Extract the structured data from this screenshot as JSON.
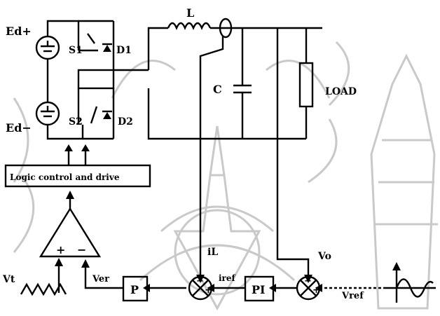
{
  "sources": {
    "top_label": "Ed+",
    "bottom_label": "Ed−"
  },
  "switches": {
    "s1": "S1",
    "d1": "D1",
    "s2": "S2",
    "d2": "D2"
  },
  "filter": {
    "inductor": "L",
    "capacitor": "C",
    "load": "LOAD"
  },
  "blocks": {
    "logic": "Logic control and drive",
    "p": "P",
    "pi": "PI"
  },
  "signals": {
    "il": "iL",
    "iref": "iref",
    "vo": "Vo",
    "vref": "Vref",
    "ver": "Ver",
    "vt": "Vt"
  },
  "signs": {
    "plus": "+",
    "minus": "−"
  },
  "icons": [
    "battery-source-icon",
    "switch-icon",
    "diode-icon",
    "inductor-icon",
    "capacitor-icon",
    "resistor-icon",
    "comparator-icon",
    "summing-junction-icon",
    "sawtooth-wave-icon",
    "sine-wave-icon"
  ]
}
